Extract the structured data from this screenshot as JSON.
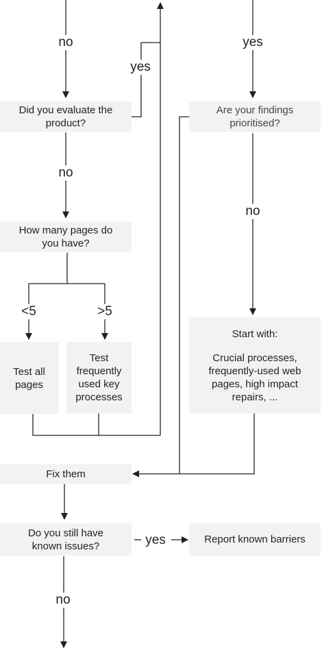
{
  "nodes": {
    "evaluate": "Did you evaluate the\nproduct?",
    "findings": "Are your findings\nprioritised?",
    "pages": "How many pages do\nyou have?",
    "test_all": "Test all\npages",
    "test_key": "Test\nfrequently\nused key\nprocesses",
    "start_with_title": "Start with:",
    "start_with_body": "Crucial processes,\nfrequently-used web\npages, high impact\nrepairs, ...",
    "fix": "Fix them",
    "known_issues": "Do you still have\nknown issues?",
    "report": "Report known barriers"
  },
  "edges": {
    "no_top_left": "no",
    "yes_top_right": "yes",
    "yes_evaluate": "yes",
    "no_evaluate": "no",
    "no_findings": "no",
    "lt5": "<5",
    "gt5": ">5",
    "yes_issues": "yes",
    "no_issues": "no"
  },
  "colors": {
    "box": "#f2f2f2",
    "line": "#222222",
    "text": "#222222"
  }
}
